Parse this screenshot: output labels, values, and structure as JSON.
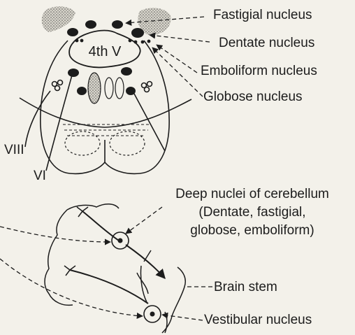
{
  "top_panel": {
    "ventricle_label": "4th V",
    "labels": {
      "fastigial": "Fastigial nucleus",
      "dentate": "Dentate nucleus",
      "emboliform": "Emboliform nucleus",
      "globose": "Globose nucleus"
    },
    "nerve_labels": {
      "viii": "VIII",
      "vi": "VI"
    }
  },
  "bottom_panel": {
    "deep_nuclei_label": {
      "line1": "Deep nuclei of cerebellum",
      "line2": "(Dentate, fastigial,",
      "line3": "globose, emboliform)"
    },
    "brain_stem_label": "Brain stem",
    "vestibular_label": "Vestibular nucleus"
  }
}
